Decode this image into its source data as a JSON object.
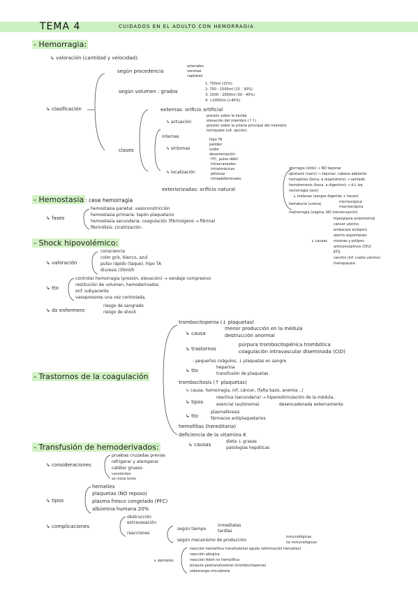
{
  "title": {
    "tema": "TEMA 4",
    "subtitle": "CUIDADOS EN EL ADULTO CON HEMORRAGIA"
  },
  "hemorragia": {
    "heading": "- Hemorragia:",
    "valoracion": "↳ valoración (cantidad y velocidad).",
    "clasificacion": "↳ clasificación",
    "procedencia": {
      "label": "según procedencia",
      "items": [
        "arteriales",
        "venosas",
        "capilares"
      ]
    },
    "volumen": {
      "label": "según volumen : grados",
      "items": [
        "1: 750ml (15%)",
        "2: 750 - 1500ml (15 - 30%)",
        "3: 1500 - 2000ml (30 - 40%)",
        "4: >2000ml (>40%)"
      ]
    },
    "clases": "clases",
    "externas": "externas: orificio artificial",
    "actuacion": {
      "label": "↳ actuación",
      "items": [
        "presión sobre la herida",
        "elevación del miembro (↑↑)",
        "presión sobre la arteria principal del miembro",
        "torniquete (ult. opción)"
      ]
    },
    "internas": "internas",
    "sintomas": {
      "label": "↳ síntomas",
      "items": [
        "hipo TA",
        "palidez",
        "sudor",
        "desorientación",
        "↑FC, pulso débil"
      ]
    },
    "localizacion": {
      "label": "↳ localización",
      "items": [
        "intracraneales",
        "intratorácicas",
        "pélvicas",
        "intraabdominales"
      ]
    },
    "exteriorizadas": "exteriorizadas: orificio natural",
    "natural_items": [
      "otorragia (oído) → NO taponar",
      "epistaxis (nariz) → taponar, cabeza adelante",
      "hemoptisis (boca, a respiratorio) → sentado",
      "hematemesis (boca, a digestivo) → d.L izq",
      "rectorragia (ano)"
    ],
    "melenas": "↳ melenas (sangre digerida + heces)",
    "hematuria": {
      "label": "hematuria (uretra)",
      "items": [
        "microscópica",
        "macroscópica"
      ]
    },
    "metrorragia": "metrorragia (vagina, NO menstruación)",
    "causas": {
      "label": "↳ causas",
      "items": [
        "hiperplasia endometrial",
        "cáncer uterino",
        "embarazo ectópico",
        "aborto espontáneo",
        "miomas y pólipos",
        "anticonceptivos (DIU)",
        "ETS",
        "cervitis (inf. cuello uterino)",
        "menopausia"
      ]
    }
  },
  "hemostasia": {
    "heading": "- Hemostasia",
    "def": ": cese hemorragia",
    "fases": "↳ fases",
    "items": [
      "hemostasia parietal: vasoconstricción",
      "hemostasia primaria: tapón plaquetario",
      "hemostasia secundaria: coagulación (fibrinógeno → fibrina)",
      "fibrinólisis: cicatrización."
    ]
  },
  "shock": {
    "heading": "- Shock hipovolémico:",
    "valoracion": {
      "label": "↳ valoración",
      "items": [
        "consciencia",
        "color gris, blanco, azul",
        "pulso rápido (taque), hipo TA",
        "diuresis (30ml/h"
      ]
    },
    "tto": {
      "label": "↳ tto",
      "items": [
        "controlar hemorragia (presión, elevación) → vendaje compresivo",
        "restitución de volumen, hemoderivados",
        "enf. subyacente",
        "vasopresores una vez controlada."
      ]
    },
    "dx": {
      "label": "↳ dx enfermero",
      "items": [
        "riesgo de sangrado",
        "riesgo de shock"
      ]
    }
  },
  "coagulacion": {
    "heading": "- Trastornos de la coagulación",
    "trombocitopenia": "trombocitopenia (↓ plaquetas)",
    "causa": {
      "label": "↳ causa",
      "items": [
        "menor producción en la médula",
        "destrucción anormal"
      ]
    },
    "trastornos": {
      "label": "↳ trastornos",
      "items": [
        "púrpura trombocitopénica trombótica",
        "coagulación intravascular diseminada (CID)"
      ]
    },
    "pequenos": "- pequeños coágulos, ↓ plaquetas en sangre",
    "tto1": {
      "label": "↳ tto",
      "items": [
        "heparina",
        "transfusión de plaquetas"
      ]
    },
    "trombocitosis": "trombocitosis (↑ plaquetas)",
    "tcausa": "↳ causa: hemorragia, inf, cáncer, (falta bazo, anemia ..)",
    "tipos": {
      "label": "↳ tipos",
      "items": [
        "reactiva (secundaria) → hiperestimulación de la médula,",
        "esencial (autónoma)"
      ],
      "extra": "desencadenada externamente"
    },
    "tto2": {
      "label": "↳ tto",
      "items": [
        "plasmaféresis",
        "fármacos antiplaquetarios"
      ]
    },
    "hemofilias": "hemofilias (hereditaria)",
    "vitK": "deficiencia de la vitamina K",
    "vcausas": {
      "label": "↳ causas",
      "items": [
        "dieta ↓ grasas",
        "patologías hepáticas"
      ]
    }
  },
  "transfusion": {
    "heading": "- Transfusión de hemoderivados:",
    "consideraciones": {
      "label": "↳ consideraciones",
      "items": [
        "pruebas cruzadas previas",
        "refrigerar y atemperar",
        "catéter grueso",
        "constantes",
        "se inicia lento"
      ]
    },
    "tipos": {
      "label": "↳ tipos",
      "items": [
        "hematíes",
        "plaquetas (NO reposo)",
        "plasma fresco congelado (PFC)",
        "albúmina humana 20%"
      ]
    },
    "complicaciones": {
      "label": "↳ complicaciones",
      "items": [
        "obstrucción",
        "extravasación",
        "reacciones"
      ]
    },
    "tiempo": {
      "label": "según tiempo",
      "items": [
        "inmediatas",
        "tardías"
      ]
    },
    "mecanismo": {
      "label": "según mecanismo de producción",
      "items": [
        "inmunológicas",
        "no inmunológicas"
      ]
    },
    "ejemplos": {
      "label": "↳ ejemplos",
      "items": [
        "reacción hemolítica transfusional aguda (eliminación hematíes)",
        "reacción alérgica",
        "reacción febril no hemolítica",
        "púrpura postransfusional (trombocitopenia)",
        "sobrecarga circulatoria"
      ]
    }
  }
}
